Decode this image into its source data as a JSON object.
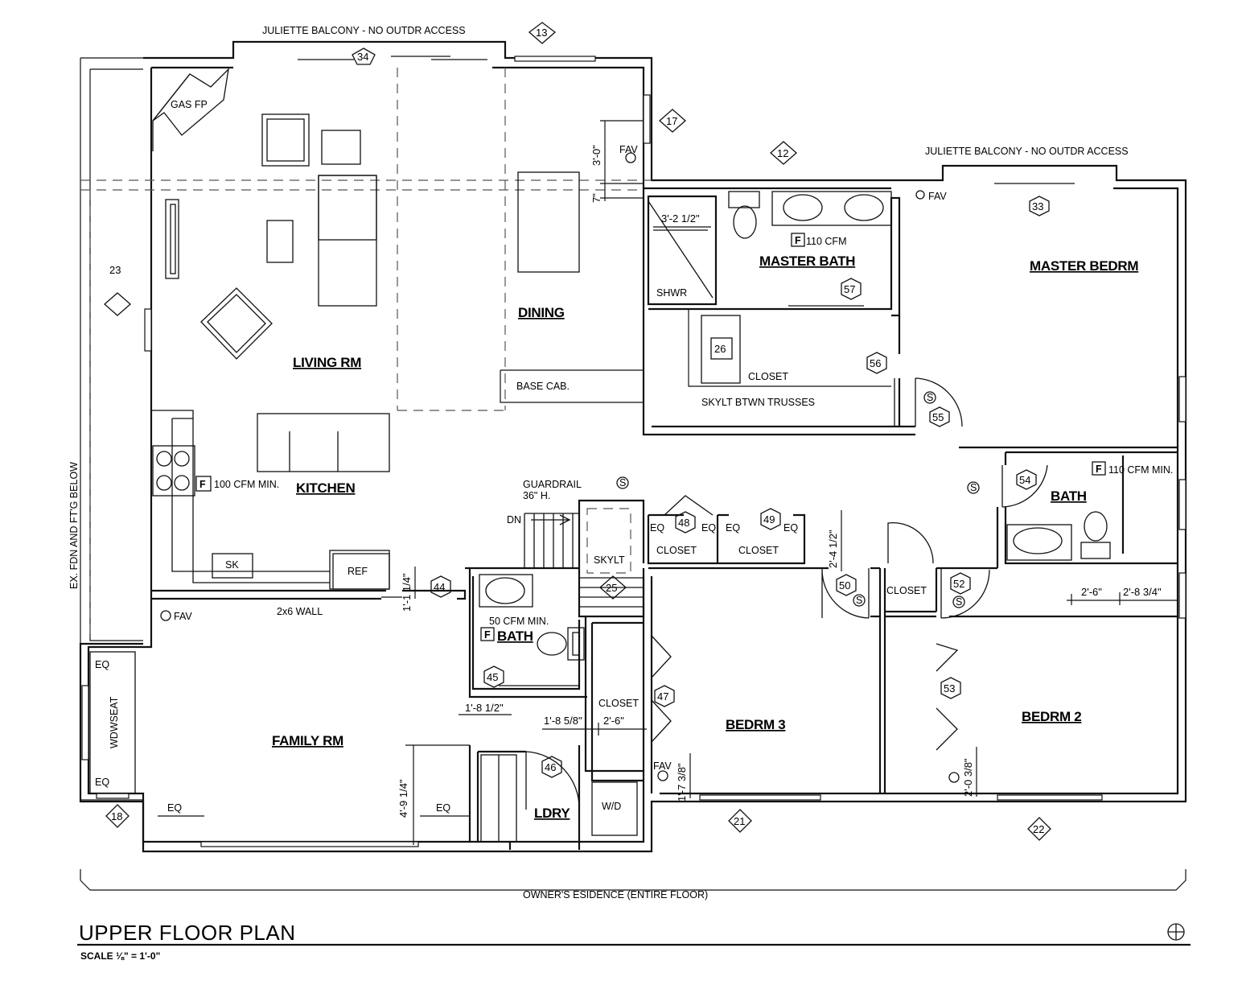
{
  "drawing": {
    "title": "UPPER FLOOR PLAN",
    "scale": "SCALE ⅛\" = 1'-0\"",
    "extent_note": "OWNER'S ESIDENCE (ENTIRE FLOOR)",
    "balcony_note": "JULIETTE BALCONY - NO OUTDR ACCESS",
    "foundation_note": "EX. FDN AND FT'G BELOW"
  },
  "rooms": {
    "living": "LIVING RM",
    "dining": "DINING",
    "kitchen": "KITCHEN",
    "master_bath": "MASTER BATH",
    "master_bedroom": "MASTER  BEDRM",
    "bath_east": "BATH",
    "bath_west": "BATH",
    "family": "FAMILY RM",
    "laundry": "LDRY",
    "bedroom3": "BEDRM 3",
    "bedroom2": "BEDRM 2"
  },
  "labels": {
    "gas_fp": "GAS FP",
    "fav": "FAV",
    "base_cab": "BASE CAB.",
    "closet": "CLOSET",
    "skylight_trusses": "SKYLT BTWN TRUSSES",
    "shower": "SHWR",
    "guardrail": "GUARDRAIL",
    "guardrail_height": "36\" H.",
    "down": "DN",
    "skylight": "SKYLT",
    "sink": "SK",
    "refrigerator": "REF",
    "wall_2x6": "2x6 WALL",
    "window_seat": "WDWSEAT",
    "washer_dryer": "W/D",
    "eq": "EQ",
    "fan": "F",
    "fan_kitchen": "100 CFM MIN.",
    "fan_master_bath": "110 CFM",
    "fan_bath_east": "110 CFM MIN.",
    "fan_bath_west": "50 CFM MIN.",
    "room_23": "23",
    "small_tag": "S"
  },
  "dimensions": {
    "d_3_0": "3'-0\"",
    "d_7": "7\"",
    "d_3_2_half": "3'-2 1/2\"",
    "d_2_4_half": "2'-4 1/2\"",
    "d_1_1_quarter": "1'-1 1/4\"",
    "d_2_6": "2'-6\"",
    "d_2_8_3q": "2'-8 3/4\"",
    "d_1_8_half": "1'-8 1/2\"",
    "d_1_8_5_8": "1'-8 5/8\"",
    "d_4_9_quarter": "4'-9 1/4\"",
    "d_1_7_3_8": "1'-7 3/8\"",
    "d_2_0_3_8": "2'-0 3/8\""
  },
  "tags": {
    "t13": "13",
    "t34": "34",
    "t17": "17",
    "t12": "12",
    "t33": "33",
    "t57": "57",
    "t26": "26",
    "t56": "56",
    "t55": "55",
    "t54": "54",
    "t48": "48",
    "t49": "49",
    "t50": "50",
    "t52": "52",
    "t44": "44",
    "t25": "25",
    "t45": "45",
    "t47": "47",
    "t46": "46",
    "t53": "53",
    "t18": "18",
    "t21": "21",
    "t22": "22"
  }
}
